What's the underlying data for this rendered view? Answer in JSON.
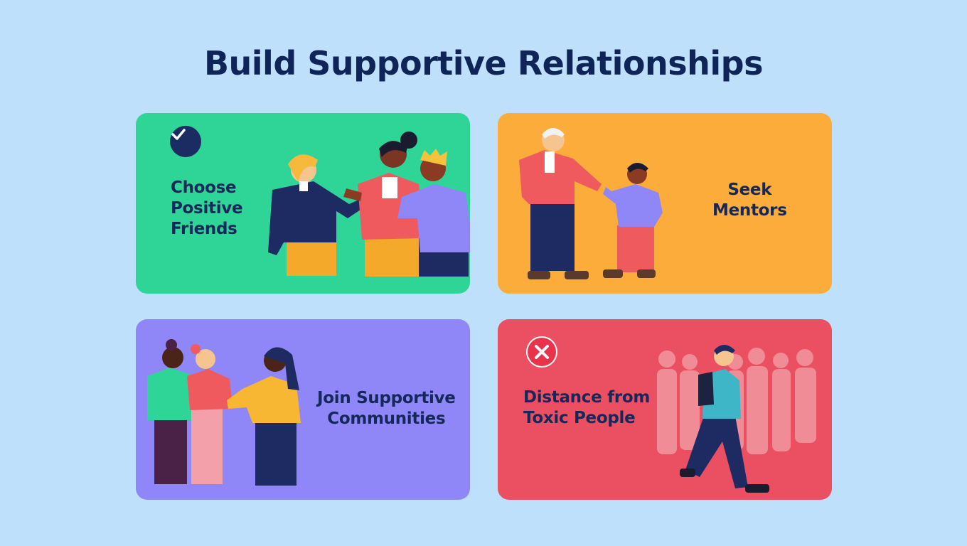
{
  "page": {
    "title": "Build Supportive Relationships",
    "background": "#bfe0fb"
  },
  "cards": [
    {
      "label": "Choose\nPositive\nFriends",
      "color": "#2ed597",
      "badge": "check-icon"
    },
    {
      "label": "Seek\nMentors",
      "color": "#fbac3a"
    },
    {
      "label": "Join Supportive\nCommunities",
      "color": "#8f87f7"
    },
    {
      "label": "Distance from\nToxic People",
      "color": "#ea5062",
      "badge": "x-icon"
    }
  ]
}
